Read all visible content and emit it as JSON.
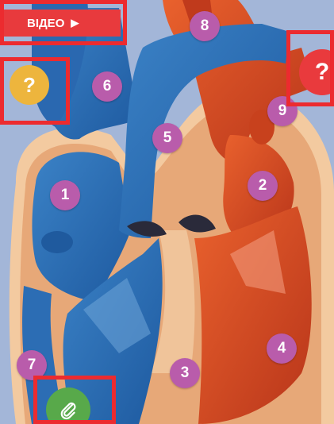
{
  "video_button": {
    "label": "ВІДЕО",
    "play_glyph": "▶"
  },
  "help_buttons": {
    "left_label": "?",
    "right_label": "?"
  },
  "attach_button": {
    "icon": "paperclip-icon"
  },
  "markers": [
    "1",
    "2",
    "3",
    "4",
    "5",
    "6",
    "7",
    "8",
    "9"
  ],
  "colors": {
    "background": "#9fb3d6",
    "blue_vessel": "#2d6fb8",
    "red_vessel": "#d8461f",
    "marker": "#b95cab",
    "accent_red": "#e83a3d",
    "accent_yellow": "#edb53d",
    "accent_green": "#58a94a"
  }
}
